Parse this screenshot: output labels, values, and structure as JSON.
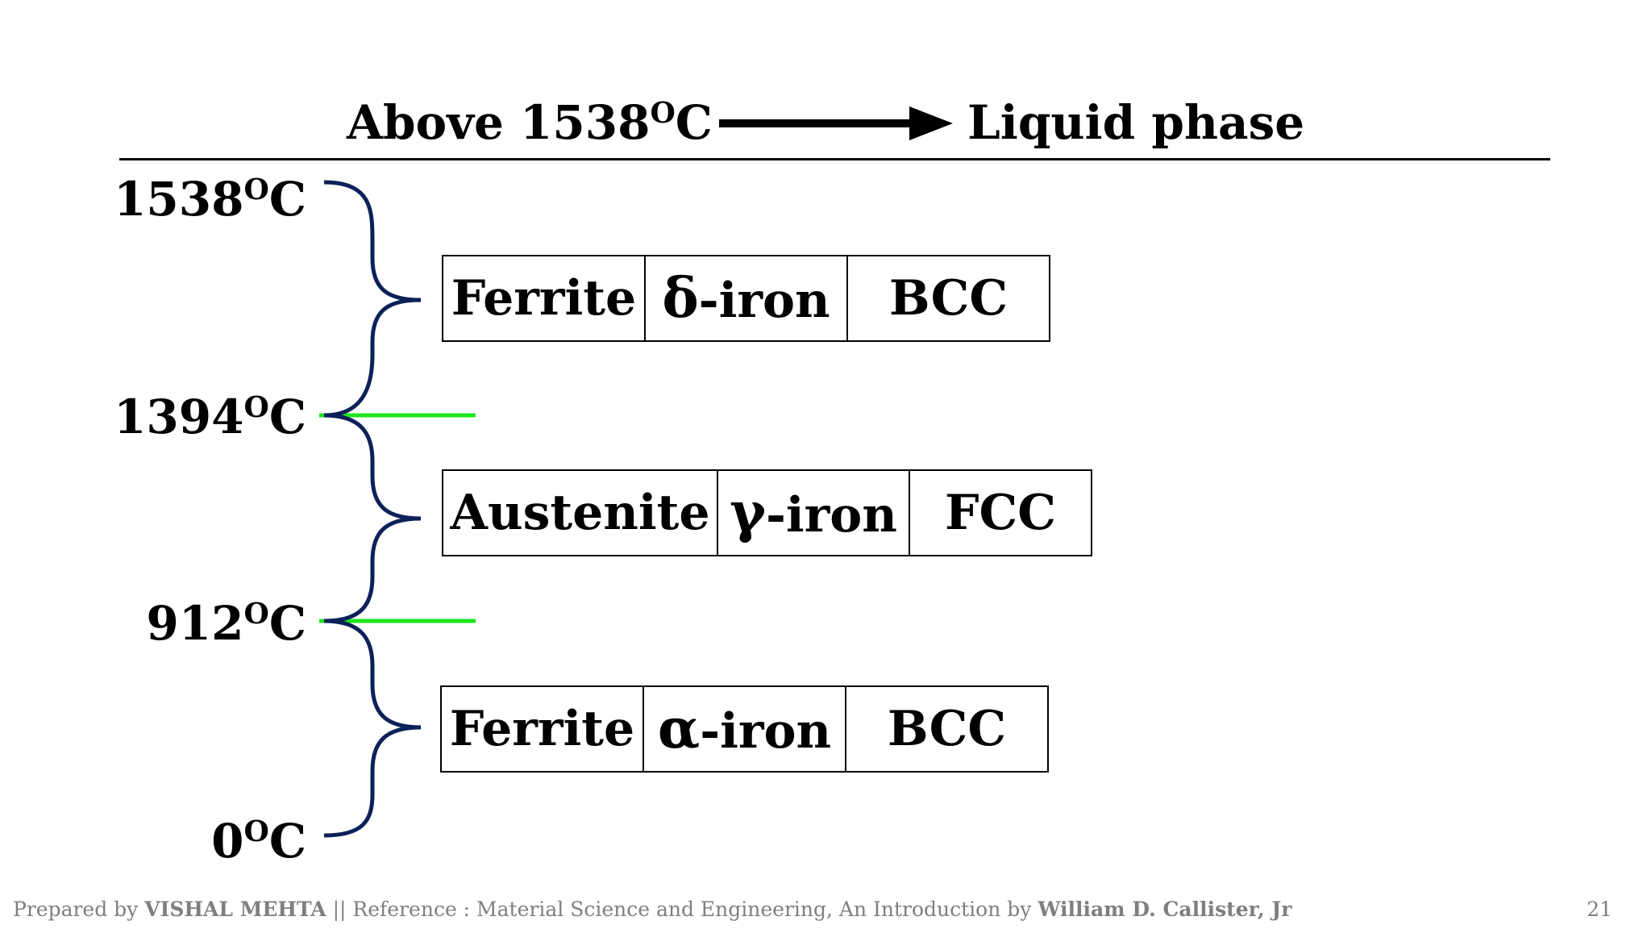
{
  "header": {
    "left_prefix": "Above 1538",
    "left_sup": "O",
    "left_suffix": "C",
    "right": "Liquid phase"
  },
  "temperatures": [
    {
      "num": "1538",
      "sup": "O",
      "unit": "C"
    },
    {
      "num": "1394",
      "sup": "O",
      "unit": "C"
    },
    {
      "num": "912",
      "sup": "O",
      "unit": "C"
    },
    {
      "num": "0",
      "sup": "O",
      "unit": "C"
    }
  ],
  "phases": [
    {
      "name": "Ferrite",
      "greek": "δ",
      "iron": "-iron",
      "structure": "BCC"
    },
    {
      "name": "Austenite",
      "greek": "γ",
      "iron": "-iron",
      "structure": "FCC"
    },
    {
      "name": "Ferrite",
      "greek": "α",
      "iron": "-iron",
      "structure": "BCC"
    }
  ],
  "colors": {
    "brace": "#0d2159",
    "marker": "#1ee61e",
    "footer": "#7f7f7f"
  },
  "footer": {
    "prepared_prefix": "Prepared by ",
    "author": "VISHAL MEHTA",
    "middle": " || Reference : Material Science and Engineering, An Introduction by ",
    "ref_author": "William D. Callister, Jr",
    "page": "21"
  }
}
